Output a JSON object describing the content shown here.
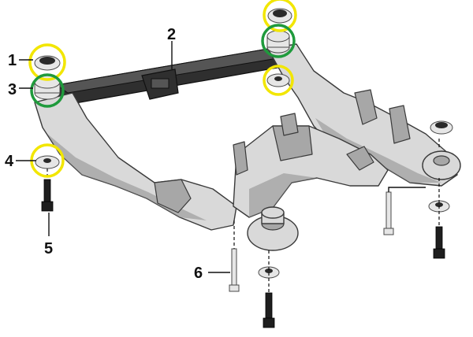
{
  "callouts": [
    {
      "label": "1"
    },
    {
      "label": "2"
    },
    {
      "label": "3"
    },
    {
      "label": "4"
    },
    {
      "label": "5"
    },
    {
      "label": "6"
    }
  ],
  "colors": {
    "highlight_yellow": "#f2e600",
    "highlight_green": "#1f9a3c",
    "metal": "#d9d9d9",
    "background": "#ffffff"
  }
}
